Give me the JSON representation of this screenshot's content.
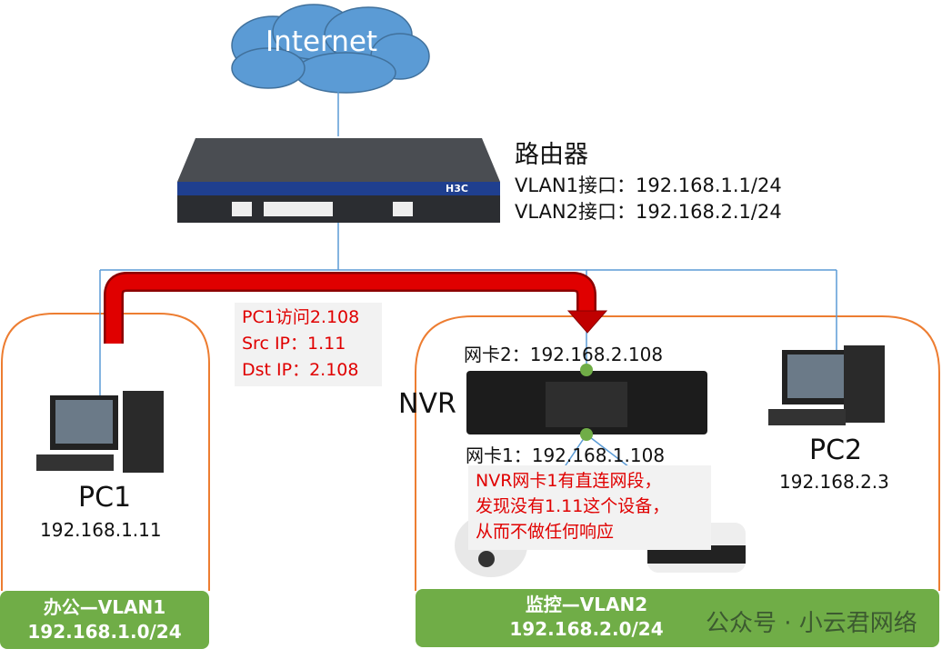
{
  "cloud": {
    "label": "Internet"
  },
  "router": {
    "title": "路由器",
    "vlan1": "VLAN1接口：192.168.1.1/24",
    "vlan2": "VLAN2接口：192.168.2.1/24",
    "brand": "H3C"
  },
  "flow_note": {
    "lines": [
      "PC1访问2.108",
      "Src IP：1.11",
      "Dst IP：2.108"
    ]
  },
  "nvr": {
    "label": "NVR",
    "nic2": "网卡2：192.168.2.108",
    "nic1": "网卡1：192.168.1.108"
  },
  "nvr_note": {
    "lines": [
      "NVR网卡1有直连网段，",
      "发现没有1.11这个设备，",
      "从而不做任何响应"
    ]
  },
  "pc1": {
    "name": "PC1",
    "ip": "192.168.1.11"
  },
  "pc2": {
    "name": "PC2",
    "ip": "192.168.2.3"
  },
  "vlan1": {
    "name": "办公—VLAN1",
    "subnet": "192.168.1.0/24"
  },
  "vlan2": {
    "name": "监控—VLAN2",
    "subnet": "192.168.2.0/24"
  },
  "watermark": "公众号 · 小云君网络",
  "colors": {
    "link": "#5b9bd5",
    "arrow": "#c00000",
    "zone": "#ed7d31",
    "vlan_bar": "#70ad47",
    "cloud": "#5b9bd5",
    "note_text": "#e00000"
  }
}
